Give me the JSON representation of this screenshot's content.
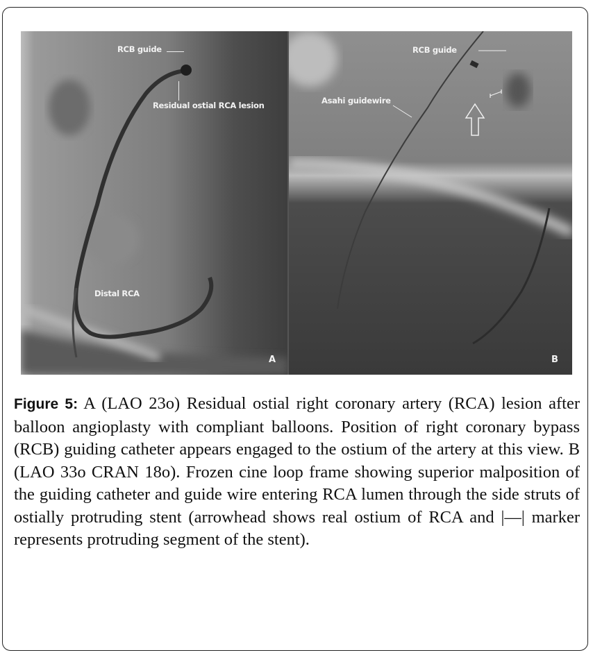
{
  "figure": {
    "panel_a": {
      "labels": {
        "rcb_guide": "RCB guide",
        "lesion": "Residual ostial RCA lesion",
        "distal": "Distal RCA"
      },
      "panel_letter": "A"
    },
    "panel_b": {
      "labels": {
        "rcb_guide": "RCB guide",
        "guidewire": "Asahi guidewire"
      },
      "panel_letter": "B"
    }
  },
  "caption": {
    "label": "Figure 5:",
    "text": " A (LAO 23o) Residual ostial right coronary artery (RCA) lesion after balloon angioplasty with compliant balloons. Position of right coronary bypass (RCB) guiding catheter appears engaged to the ostium of the artery at this view. B (LAO 33o CRAN 18o). Frozen cine loop frame showing superior malposition of the guiding catheter and guide wire entering RCA lumen through the side struts of ostially protruding stent (arrowhead shows real ostium of RCA and |—| marker represents protruding segment of the stent)."
  }
}
